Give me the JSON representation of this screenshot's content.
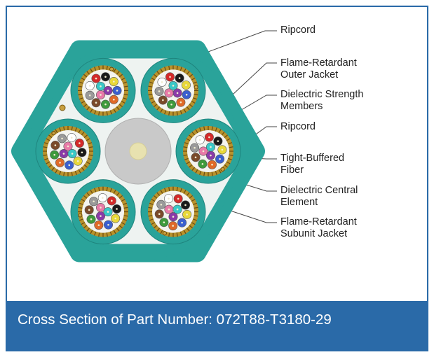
{
  "labels": {
    "ripcord_top": "Ripcord",
    "outer_jacket_line1": "Flame-Retardant",
    "outer_jacket_line2": "Outer Jacket",
    "strength_members_line1": "Dielectric Strength",
    "strength_members_line2": "Members",
    "ripcord_mid": "Ripcord",
    "tight_buffered_line1": "Tight-Buffered",
    "tight_buffered_line2": "Fiber",
    "central_element_line1": "Dielectric Central",
    "central_element_line2": "Element",
    "subunit_jacket_line1": "Flame-Retardant",
    "subunit_jacket_line2": "Subunit Jacket"
  },
  "caption": "Cross Section of Part Number: 072T88-T3180-29",
  "colors": {
    "border": "#2a6aa8",
    "footer": "#2a6aa8",
    "jacket": "#2aa39a",
    "jacket_dark": "#1f857e",
    "strength_member": "#b8922c",
    "central_element": "#c9c9c9",
    "leader_line": "#444444"
  },
  "fiber_colors": [
    "#3a5fcf",
    "#e06a28",
    "#3e9a3c",
    "#7a4a2a",
    "#9a9a9a",
    "#ffffff",
    "#d42a2a",
    "#1a1a1a",
    "#e8d83a",
    "#8a3aa8",
    "#e87aa8",
    "#3ac8c8"
  ]
}
